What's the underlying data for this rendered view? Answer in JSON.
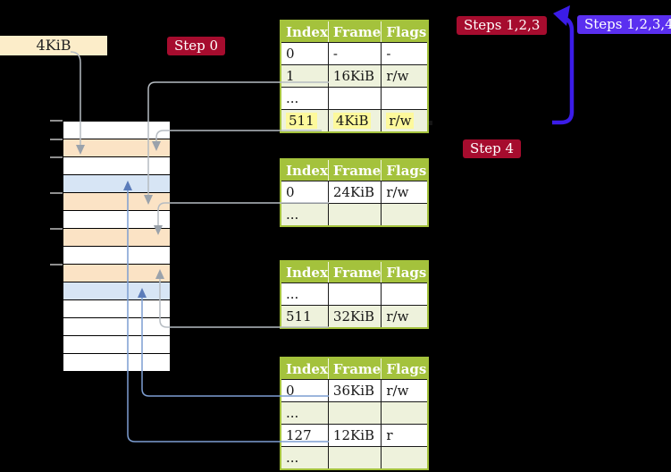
{
  "labels": {
    "frame_size": "4KiB",
    "step0": "Step 0",
    "steps123": "Steps 1,2,3",
    "steps1234": "Steps 1,2,3,4",
    "step4": "Step 4"
  },
  "colors": {
    "background": "#000000",
    "badge_red": "#a60c2e",
    "badge_blue": "#5a2ff0",
    "loop_arrow_blue": "#3b1ce8",
    "table_header_green": "#a4c23c",
    "table_row_green": "#eef2dc",
    "highlight_yellow": "#fdf99c",
    "frame_table_peach": "#fbe3c5",
    "frame_page_blue": "#d7e5f5",
    "frame_empty_white": "#ffffff",
    "root_label_wheat": "#fcedc9",
    "connector_gray": "#b6bcc2",
    "connector_blue": "#7d9ed2"
  },
  "memory": {
    "rows": [
      {
        "kind": "empty"
      },
      {
        "kind": "table"
      },
      {
        "kind": "empty"
      },
      {
        "kind": "page"
      },
      {
        "kind": "table"
      },
      {
        "kind": "empty"
      },
      {
        "kind": "table"
      },
      {
        "kind": "empty"
      },
      {
        "kind": "table"
      },
      {
        "kind": "page"
      },
      {
        "kind": "empty"
      },
      {
        "kind": "empty"
      },
      {
        "kind": "empty"
      },
      {
        "kind": "empty"
      }
    ]
  },
  "tables": [
    {
      "headers": [
        "Index",
        "Frame",
        "Flags"
      ],
      "rows": [
        {
          "cells": [
            "0",
            "-",
            "-"
          ]
        },
        {
          "cells": [
            "1",
            "16KiB",
            "r/w"
          ]
        },
        {
          "cells": [
            "...",
            "",
            ""
          ]
        },
        {
          "cells": [
            "511",
            "4KiB",
            "r/w"
          ],
          "highlight": true
        }
      ]
    },
    {
      "headers": [
        "Index",
        "Frame",
        "Flags"
      ],
      "rows": [
        {
          "cells": [
            "0",
            "24KiB",
            "r/w"
          ]
        },
        {
          "cells": [
            "...",
            "",
            ""
          ]
        }
      ]
    },
    {
      "headers": [
        "Index",
        "Frame",
        "Flags"
      ],
      "rows": [
        {
          "cells": [
            "...",
            "",
            ""
          ]
        },
        {
          "cells": [
            "511",
            "32KiB",
            "r/w"
          ]
        }
      ]
    },
    {
      "headers": [
        "Index",
        "Frame",
        "Flags"
      ],
      "rows": [
        {
          "cells": [
            "0",
            "36KiB",
            "r/w"
          ]
        },
        {
          "cells": [
            "...",
            "",
            ""
          ]
        },
        {
          "cells": [
            "127",
            "12KiB",
            "r"
          ]
        },
        {
          "cells": [
            "...",
            "",
            ""
          ]
        }
      ]
    }
  ]
}
